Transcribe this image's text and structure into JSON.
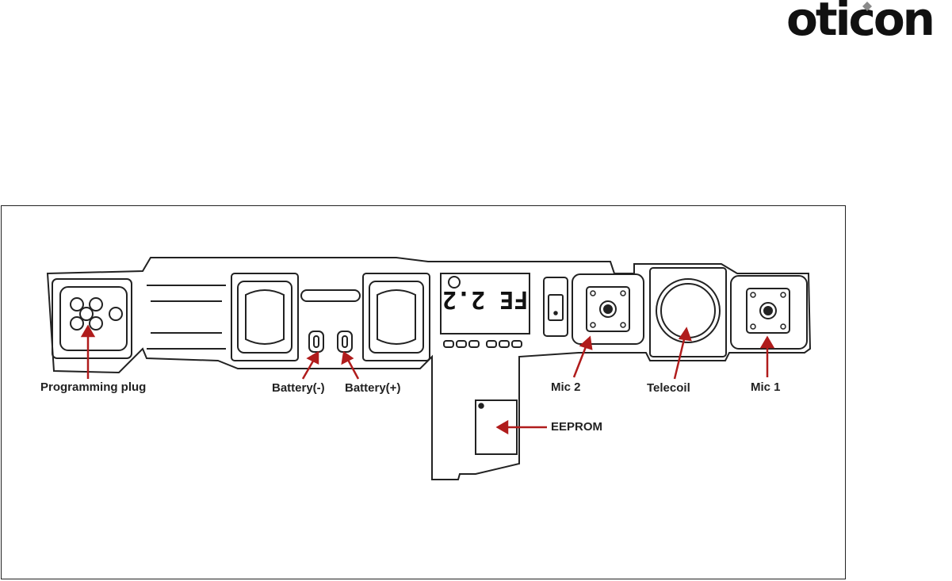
{
  "brand": {
    "name": "oticon",
    "accent_color": "#8a8a8a"
  },
  "board": {
    "marking": "FE 2.2"
  },
  "labels": {
    "programming_plug": "Programming plug",
    "battery_minus": "Battery(-)",
    "battery_plus": "Battery(+)",
    "mic2": "Mic 2",
    "telecoil": "Telecoil",
    "mic1": "Mic 1",
    "eeprom": "EEPROM"
  },
  "colors": {
    "arrow": "#b01c1c",
    "line": "#222222"
  }
}
